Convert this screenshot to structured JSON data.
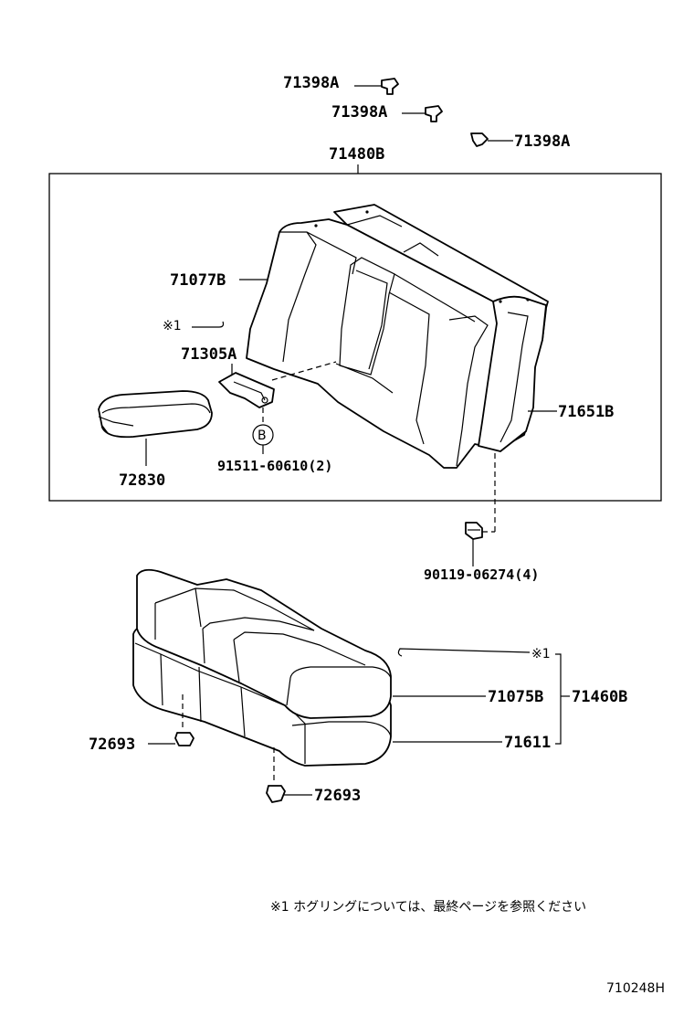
{
  "labels": {
    "clip_1": "71398A",
    "clip_2": "71398A",
    "clip_3": "71398A",
    "seatback_assy": "71480B",
    "seatback_cover_left": "71077B",
    "ref_mark_1": "※1",
    "hinge": "71305A",
    "seatback_right": "71651B",
    "circle_b": "B",
    "armrest": "72830",
    "bolt": "91511-60610(2)",
    "screw": "90119-06274(4)",
    "ref_mark_2": "※1",
    "cushion_cover": "71075B",
    "cushion_assy": "71460B",
    "cushion_pad": "71611",
    "stopper_left": "72693",
    "stopper_right": "72693"
  },
  "footnote": "※1  ホグリングについては、最終ページを参照ください",
  "diagram_code": "710248H"
}
